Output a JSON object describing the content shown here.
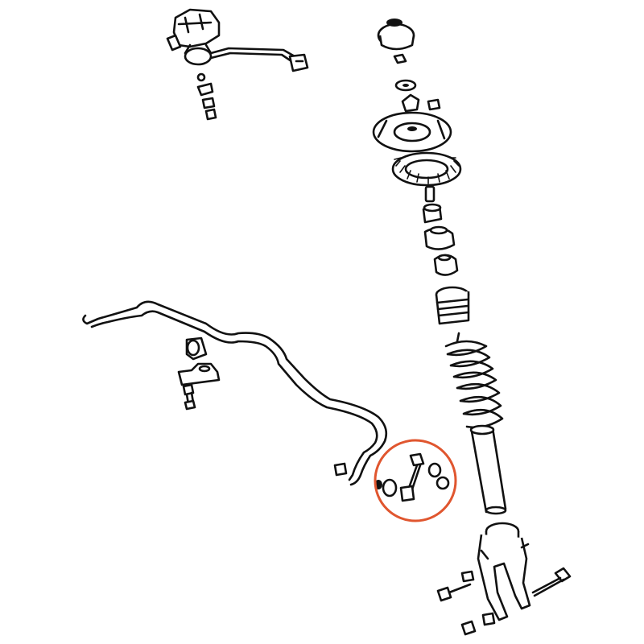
{
  "diagram": {
    "type": "exploded-parts-view",
    "highlight": {
      "shape": "circle",
      "color": "#e0562f",
      "target": "stabilizer-link"
    }
  },
  "colors": {
    "line": "#111111",
    "background": "#ffffff",
    "highlight": "#e0562f"
  }
}
